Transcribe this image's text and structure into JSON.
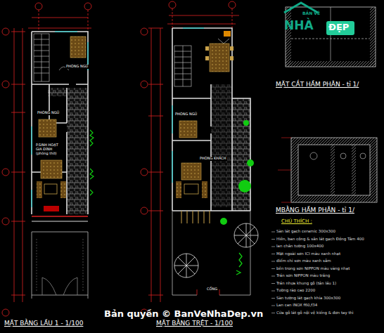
{
  "diagram": {
    "labels": [
      "PHÒNG NGỦ",
      "PHÒNG NGỦ",
      "P.SINH HOẠT GIA ĐÌNH (phòng thờ)",
      "PHÒNG NGỦ",
      "PHÒNG KHÁCH",
      "CỔNG",
      "MẶT BẰNG LẦU 1 - 1/100",
      "MẶT BẰNG TRỆT - 1/100",
      "MẶT CẮT HẦM PHÂN - tỉ 1/",
      "MBẰNG HẦM PHÂN - tỉ 1/",
      "CHÚ THÍCH :",
      "Sàn lát gạch ceramic 300x300",
      "Hiên, ban công & sân lát gạch Đồng Tâm 400",
      "lan chân tường 100x400",
      "Mặt ngoài sơn ICI màu xanh nhạt",
      "điểm chỉ sơn màu xanh sẫm",
      "bên trong sơn NIPPON màu vàng nhạt",
      "Trần sơn NIPPON màu trắng",
      "Trần nhựa khung gỗ (tận lầu 1)",
      "Tường rào cao 2200",
      "Sàn tường lát gạch khía 300x300",
      "Lan can INOX f60,f34",
      "Cửa gỗ lát gỗ nội vệ kiếng & đơn tay thì",
      "Bản quyền © BanVeNhaDep.vn",
      "BẢN VẼ",
      "NHÀ",
      "ĐẸP"
    ]
  }
}
